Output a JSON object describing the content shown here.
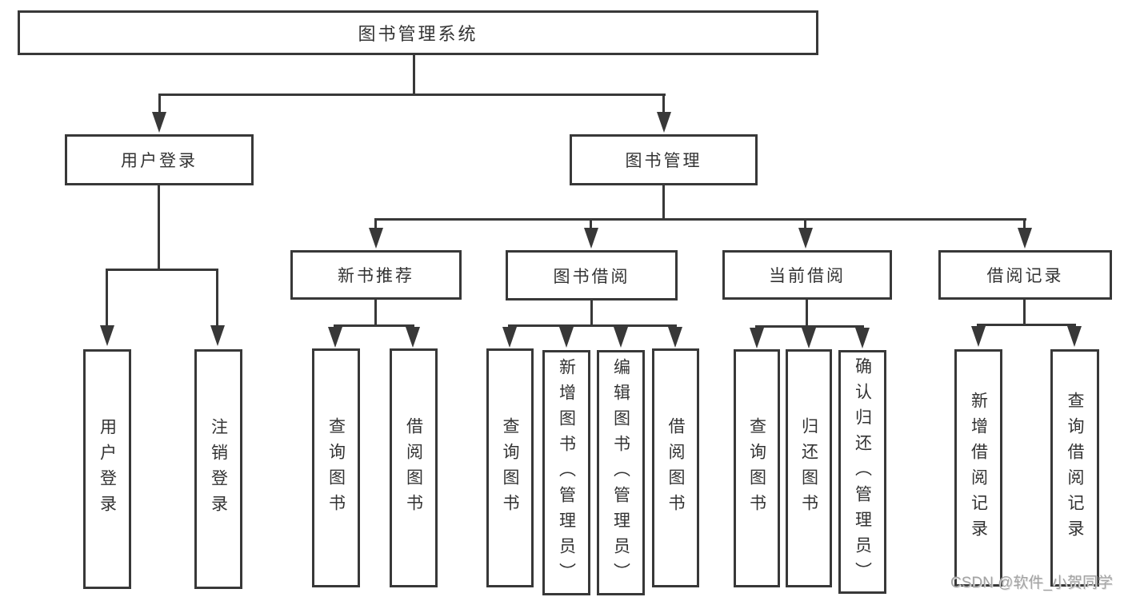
{
  "diagram": {
    "root": {
      "label": "图书管理系统"
    },
    "branches": [
      {
        "label": "用户登录",
        "leaves": [
          {
            "label": "用户登录"
          },
          {
            "label": "注销登录"
          }
        ]
      },
      {
        "label": "图书管理",
        "sections": [
          {
            "label": "新书推荐",
            "leaves": [
              {
                "label": "查询图书"
              },
              {
                "label": "借阅图书"
              }
            ]
          },
          {
            "label": "图书借阅",
            "leaves": [
              {
                "label": "查询图书"
              },
              {
                "label": "新增图书（管理员）"
              },
              {
                "label": "编辑图书（管理员）"
              },
              {
                "label": "借阅图书"
              }
            ]
          },
          {
            "label": "当前借阅",
            "leaves": [
              {
                "label": "查询图书"
              },
              {
                "label": "归还图书"
              },
              {
                "label": "确认归还（管理员）"
              }
            ]
          },
          {
            "label": "借阅记录",
            "leaves": [
              {
                "label": "新增借阅记录"
              },
              {
                "label": "查询借阅记录"
              }
            ]
          }
        ]
      }
    ]
  },
  "watermark": {
    "text": "CSDN @软件_小贺同学"
  },
  "colors": {
    "line": "#383838",
    "text": "#333333",
    "background": "#ffffff",
    "watermark_text": "#a3a3a3"
  }
}
